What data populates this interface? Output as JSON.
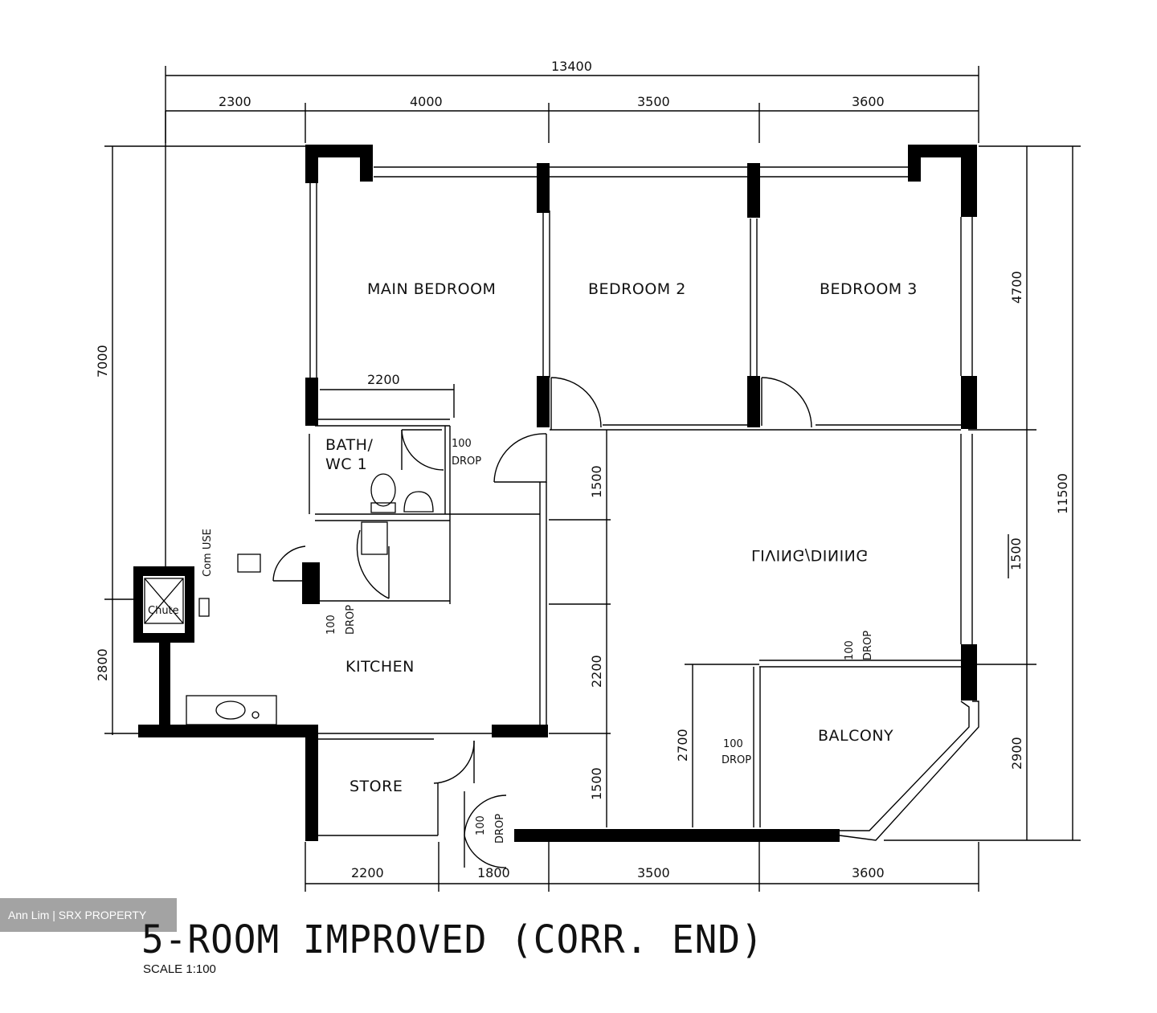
{
  "rooms": {
    "main_bedroom": "MAIN  BEDROOM",
    "bedroom_2": "BEDROOM  2",
    "bedroom_3": "BEDROOM  3",
    "bath_line1": "BATH/",
    "bath_line2": "WC  1",
    "kitchen": "KITCHEN",
    "store": "STORE",
    "balcony": "BALCONY",
    "living_dining": "LIVING/DINING"
  },
  "dimensions": {
    "overall_width": "13400",
    "top_segments": [
      "2300",
      "4000",
      "3500",
      "3600"
    ],
    "bottom_segments": [
      "2200",
      "1800",
      "3500",
      "3600"
    ],
    "left_heights": [
      "7000",
      "2800"
    ],
    "right_heights": [
      "4700",
      "11500",
      "2900",
      "1500"
    ],
    "inner_2200_bath": "2200",
    "inner_1500_upper": "1500",
    "inner_2200_mid": "2200",
    "inner_1500_lower": "1500",
    "inner_2700": "2700"
  },
  "drops": {
    "value": "100",
    "label": "DROP"
  },
  "annotations": {
    "common_use": "Com USE",
    "refuse_chute": "Chute"
  },
  "watermark": "Ann Lim | SRX PROPERTY",
  "title": "5-ROOM IMPROVED (CORR. END)",
  "scale": "SCALE    1:100"
}
